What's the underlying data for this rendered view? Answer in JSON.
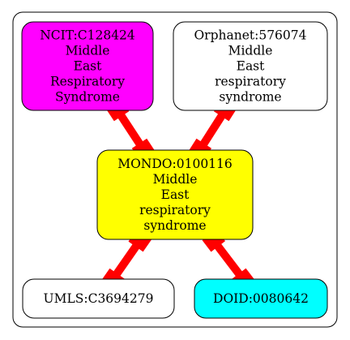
{
  "diagram": {
    "nodes": [
      {
        "id": "ncit",
        "lines": [
          "NCIT:C128424",
          "Middle",
          "East",
          "Respiratory",
          "Syndrome"
        ],
        "fill": "#ff00ff"
      },
      {
        "id": "orphanet",
        "lines": [
          "Orphanet:576074",
          "Middle",
          "East",
          "respiratory",
          "syndrome"
        ],
        "fill": "#ffffff"
      },
      {
        "id": "mondo",
        "lines": [
          "MONDO:0100116",
          "Middle",
          "East",
          "respiratory",
          "syndrome"
        ],
        "fill": "#ffff00"
      },
      {
        "id": "umls",
        "lines": [
          "UMLS:C3694279"
        ],
        "fill": "#ffffff"
      },
      {
        "id": "doid",
        "lines": [
          "DOID:0080642"
        ],
        "fill": "#00ffff"
      }
    ],
    "edges": [
      {
        "from": "ncit",
        "to": "mondo"
      },
      {
        "from": "orphanet",
        "to": "mondo"
      },
      {
        "from": "mondo",
        "to": "umls"
      },
      {
        "from": "mondo",
        "to": "doid"
      }
    ],
    "edge_color": "#ff0000",
    "border_color": "#000000"
  }
}
